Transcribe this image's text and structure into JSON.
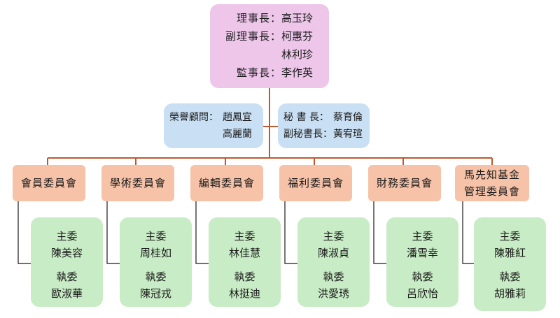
{
  "top": {
    "rows": [
      {
        "title": "理事長：",
        "name": "高玉玲"
      },
      {
        "title": "副理事長：",
        "name": "柯惠芬"
      },
      {
        "title": "",
        "name": "林利珍"
      },
      {
        "title": "監事長：",
        "name": "李作英"
      }
    ]
  },
  "advisors": {
    "title": "榮譽顧問：",
    "names": [
      "趙鳳宜",
      "高麗蘭"
    ]
  },
  "secretaries": {
    "rows": [
      {
        "title": "秘 書 長：",
        "name": "蔡育倫"
      },
      {
        "title": "副秘書長：",
        "name": "黃宥瑄"
      }
    ]
  },
  "committees": [
    {
      "name": "會員委員會",
      "chair_label": "主委",
      "chair": "陳美容",
      "exec_label": "執委",
      "exec": "歐淑華"
    },
    {
      "name": "學術委員會",
      "chair_label": "主委",
      "chair": "周桂如",
      "exec_label": "執委",
      "exec": "陳冠戎"
    },
    {
      "name": "編輯委員會",
      "chair_label": "主委",
      "chair": "林佳慧",
      "exec_label": "執委",
      "exec": "林挺迪"
    },
    {
      "name": "福利委員會",
      "chair_label": "主委",
      "chair": "陳淑貞",
      "exec_label": "執委",
      "exec": "洪愛琇"
    },
    {
      "name": "財務委員會",
      "chair_label": "主委",
      "chair": "潘雪幸",
      "exec_label": "執委",
      "exec": "呂欣怡"
    },
    {
      "name_line1": "馬先知基金",
      "name_line2": "管理委員會",
      "chair_label": "主委",
      "chair": "陳雅紅",
      "exec_label": "執委",
      "exec": "胡雅莉"
    }
  ],
  "colors": {
    "top": "#edc6ea",
    "middle": "#c9dff3",
    "committee": "#f6c3a8",
    "members": "#c8ecc5",
    "connector": "#c0572e",
    "member_connector": "#1a1a1a"
  }
}
